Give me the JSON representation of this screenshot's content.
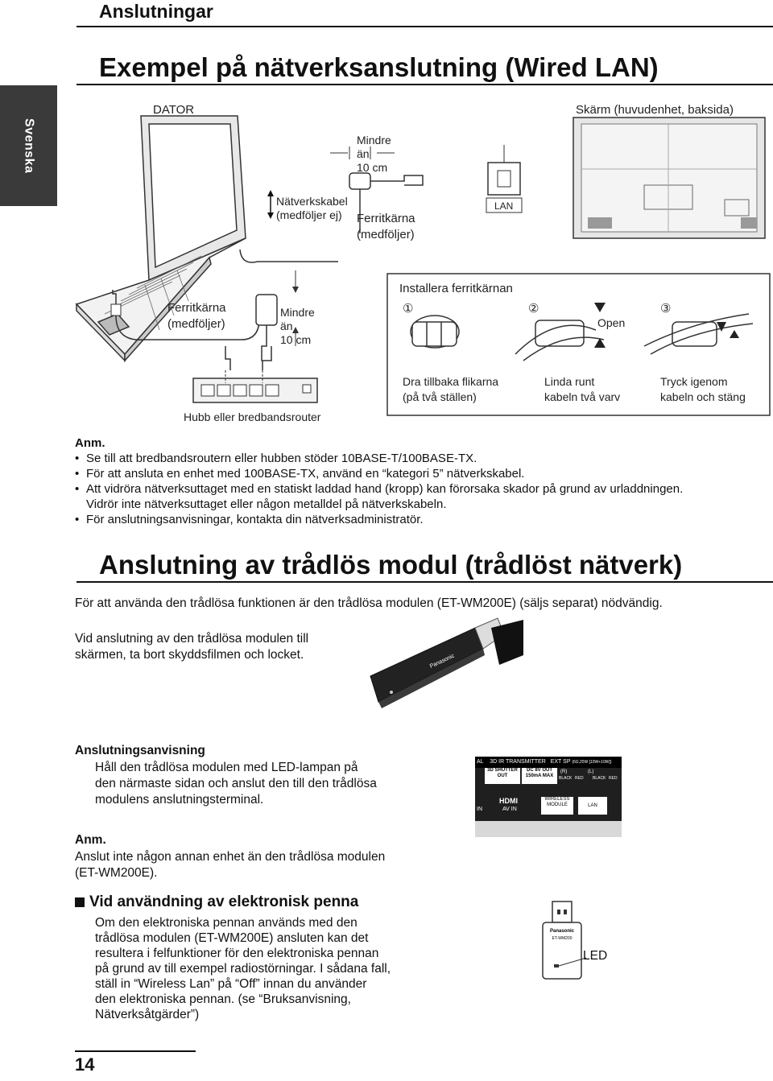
{
  "header": {
    "section": "Anslutningar",
    "side_tab": "Svenska"
  },
  "wired": {
    "title": "Exempel på nätverksanslutning (Wired LAN)",
    "labels": {
      "pc": "DATOR",
      "display": "Skärm (huvudenhet, baksida)",
      "less_than_1": "Mindre\nän\n10 cm",
      "cable": "Nätverkskabel\n(medföljer ej)",
      "ferrite_top": "Ferritkärna\n(medföljer)",
      "lan": "LAN",
      "ferrite_left": "Ferritkärna\n(medföljer)",
      "less_than_2": "Mindre\nän\n10 cm",
      "hub": "Hubb eller bredbandsrouter"
    },
    "install": {
      "title": "Installera ferritkärnan",
      "open": "Open",
      "steps": [
        {
          "num": "①",
          "caption": "Dra tillbaka flikarna\n(på två ställen)"
        },
        {
          "num": "②",
          "caption": "Linda runt\nkabeln två varv"
        },
        {
          "num": "③",
          "caption": "Tryck igenom\nkabeln och stäng"
        }
      ]
    },
    "notes": {
      "heading": "Anm.",
      "items": [
        "Se till att bredbandsroutern eller hubben stöder 10BASE-T/100BASE-TX.",
        "För att ansluta en enhet med 100BASE-TX, använd en “kategori 5” nätverkskabel.",
        "Att vidröra nätverksuttaget med en statiskt laddad hand (kropp) kan förorsaka skador på grund av urladdningen.",
        "För anslutningsanvisningar, kontakta din nätverksadministratör."
      ],
      "continuation": "Vidrör inte nätverksuttaget eller någon metalldel på nätverkskabeln."
    }
  },
  "wireless": {
    "title": "Anslutning av trådlös modul (trådlöst nätverk)",
    "intro": "För att använda den trådlösa funktionen är den trådlösa modulen (ET-WM200E) (säljs separat) nödvändig.",
    "remove_film": "Vid anslutning av den trådlösa modulen till\nskärmen, ta bort skyddsfilmen och locket.",
    "instruction_heading": "Anslutningsanvisning",
    "instruction_text": "Håll den trådlösa modulen med LED-lampan på\nden närmaste sidan och anslut den till den trådlösa\nmodulens anslutningsterminal.",
    "note_heading": "Anm.",
    "note_text": "Anslut inte någon annan enhet än den trådlösa modulen\n(ET-WM200E).",
    "pen_heading": "Vid användning av elektronisk penna",
    "pen_text": "Om den elektroniska pennan används med den\ntrådlösa modulen (ET-WM200E) ansluten kan det\nresultera i felfunktioner för den elektroniska pennan\npå grund av till exempel radiostörningar. I sådana fall,\nställ in “Wireless Lan” på “Off” innan du använder\nden elektroniska pennan. (se “Bruksanvisning,\nNätverksåtgärder”)",
    "panel": {
      "al": "AL",
      "ir": "3D IR TRANSMITTER",
      "ext": "EXT SP",
      "ext_small": "(6Ω,20W [10W+10W])",
      "shutter": "3D SHUTTER\nOUT",
      "dc": "DC 8V OUT\n150mA MAX",
      "r": "(R)",
      "l": "(L)",
      "black": "BLACK",
      "red": "RED",
      "hdmi": "HDMI",
      "av_in": "AV IN",
      "in": "IN",
      "wm": "WIRELESS\nMODULE",
      "lan": "LAN"
    },
    "module_brand": "Panasonic",
    "module_model": "ET-WM200",
    "led": "LED"
  },
  "page_number": "14"
}
